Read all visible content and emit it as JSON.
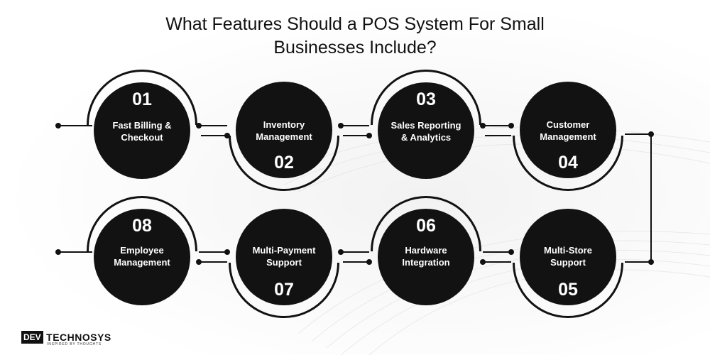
{
  "title_line1": "What Features Should a POS System For Small",
  "title_line2": "Businesses Include?",
  "steps": [
    {
      "number": "01",
      "label_l1": "Fast Billing &",
      "label_l2": "Checkout"
    },
    {
      "number": "02",
      "label_l1": "Inventory",
      "label_l2": "Management"
    },
    {
      "number": "03",
      "label_l1": "Sales Reporting",
      "label_l2": "& Analytics"
    },
    {
      "number": "04",
      "label_l1": "Customer",
      "label_l2": "Management"
    },
    {
      "number": "05",
      "label_l1": "Multi-Store",
      "label_l2": "Support"
    },
    {
      "number": "06",
      "label_l1": "Hardware",
      "label_l2": "Integration"
    },
    {
      "number": "07",
      "label_l1": "Multi-Payment",
      "label_l2": "Support"
    },
    {
      "number": "08",
      "label_l1": "Employee",
      "label_l2": "Management"
    }
  ],
  "logo": {
    "dev": "DEV",
    "tech": "TECHNOSYS",
    "tagline": "INSPIRED BY THOUGHTS"
  }
}
